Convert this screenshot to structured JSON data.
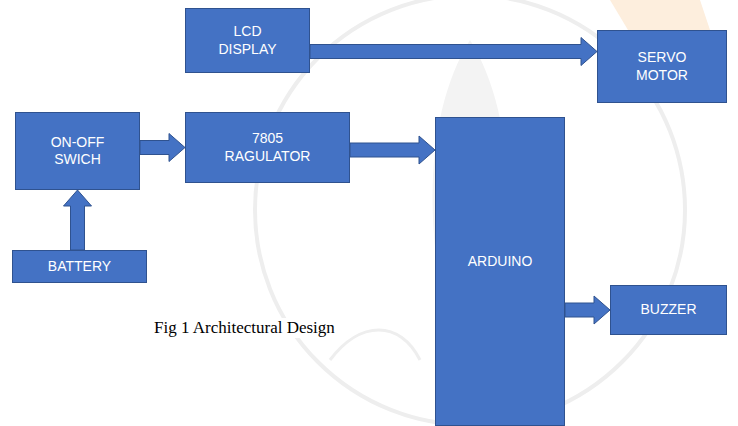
{
  "diagram": {
    "nodes": [
      {
        "text": [
          "LCD DISPLAY"
        ]
      },
      {
        "text": [
          "SERVO MOTOR"
        ]
      },
      {
        "text": [
          "ON-OFF SWICH"
        ]
      },
      {
        "text": [
          "7805 RAGULATOR"
        ]
      },
      {
        "text": [
          "ARDUINO"
        ]
      },
      {
        "text": [
          "BATTERY"
        ]
      },
      {
        "text": [
          "BUZZER"
        ]
      }
    ],
    "edges": [
      {
        "from": 0,
        "to": 1,
        "arrow": "to"
      },
      {
        "from": 2,
        "to": 3,
        "arrow": "to"
      },
      {
        "from": 3,
        "to": 4,
        "arrow": "to"
      },
      {
        "from": 5,
        "to": 2,
        "arrow": "to"
      },
      {
        "from": 4,
        "to": 6,
        "arrow": "to"
      }
    ],
    "labels": [
      "Fig 1 Architectural Design"
    ]
  }
}
